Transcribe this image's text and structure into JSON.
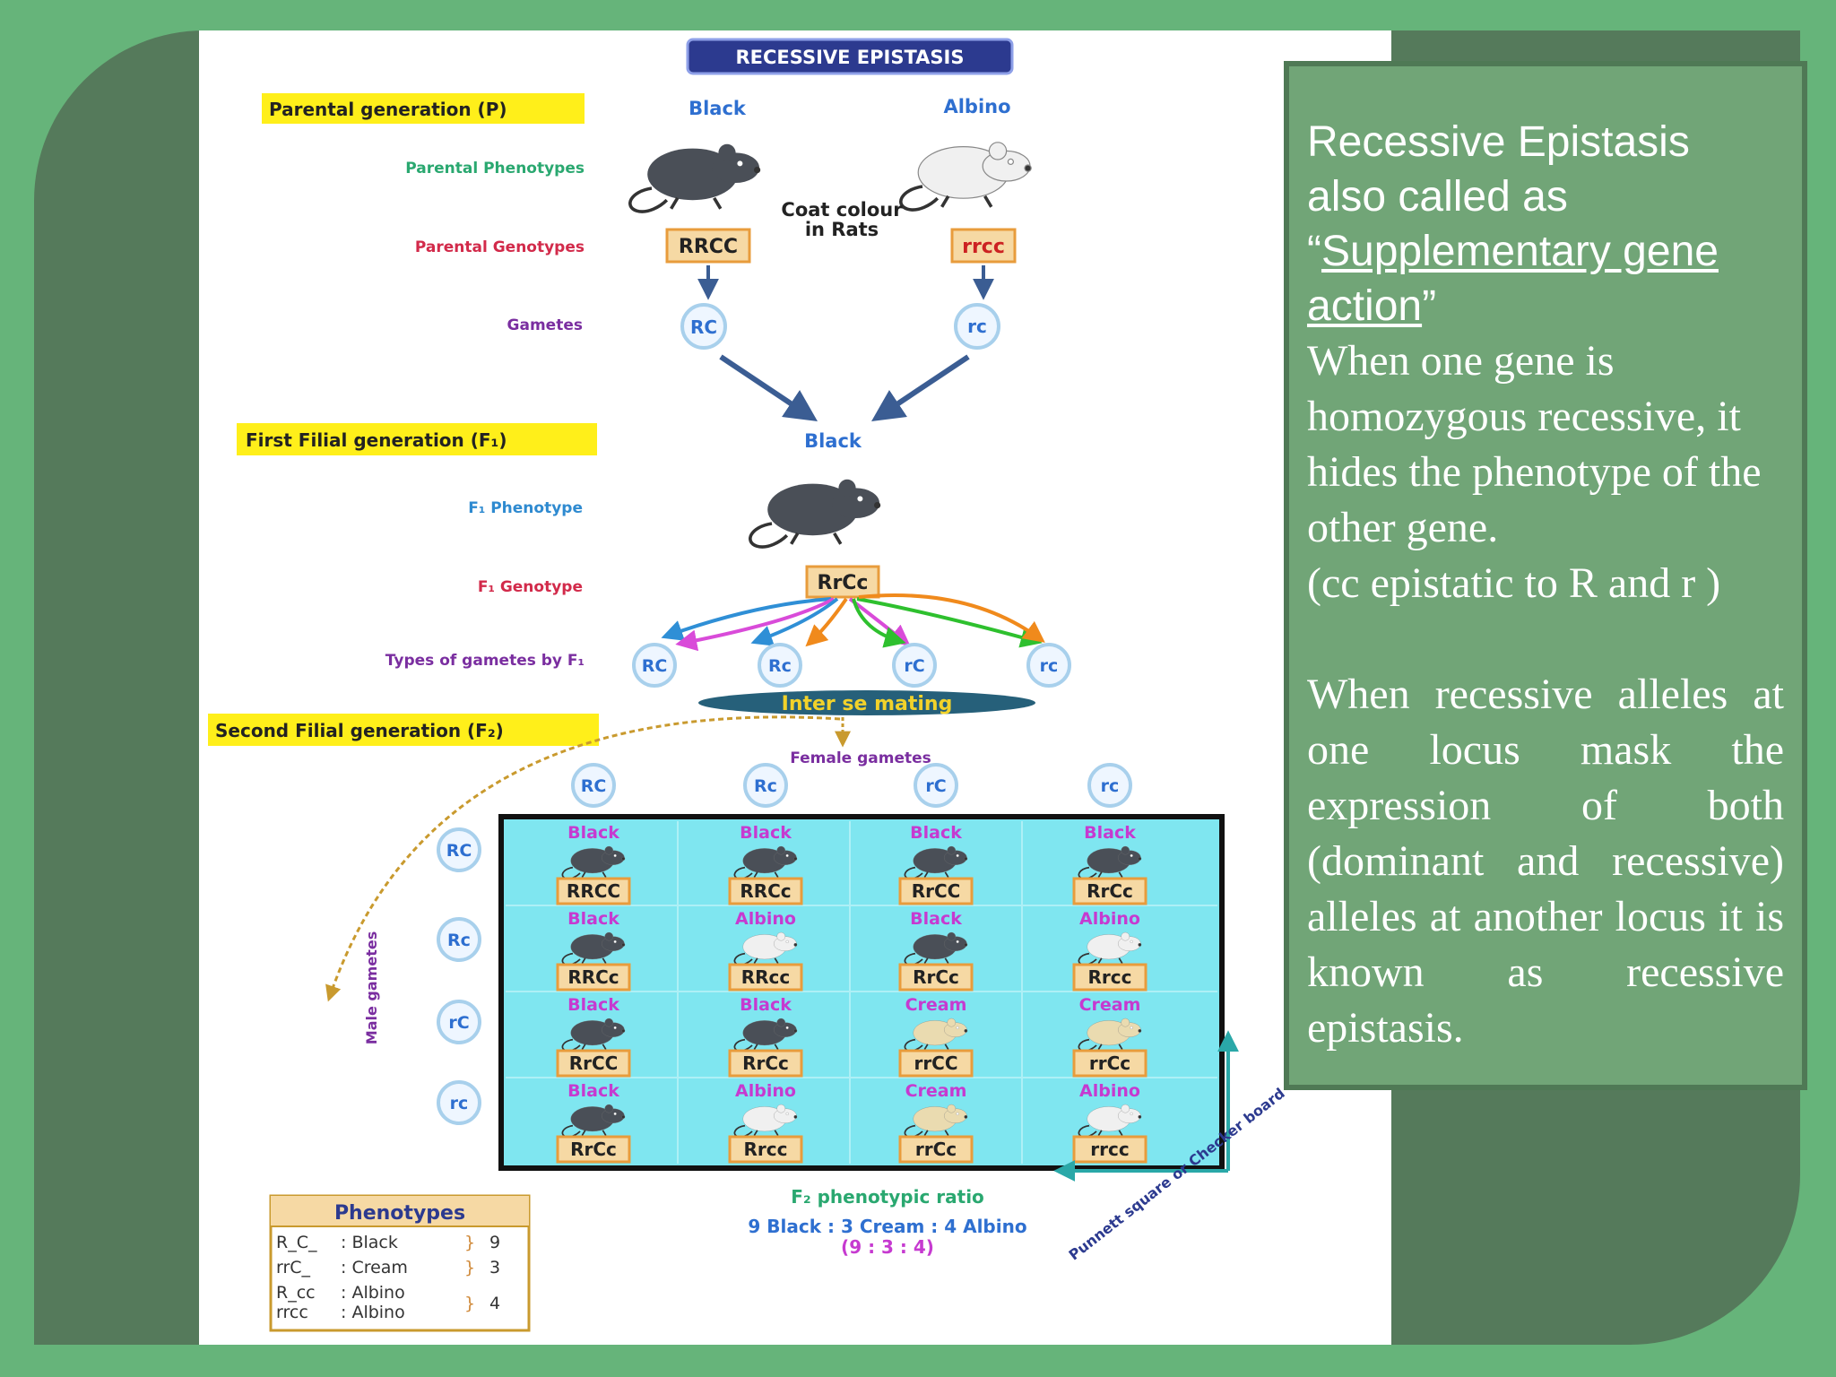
{
  "diagram": {
    "title": "RECESSIVE EPISTASIS",
    "rows": {
      "parental_generation": "Parental generation (P)",
      "parental_phenotypes": "Parental Phenotypes",
      "parental_genotypes": "Parental Genotypes",
      "gametes": "Gametes",
      "f1_generation": "First Filial generation (F₁)",
      "f1_phenotype": "F₁ Phenotype",
      "f1_genotype": "F₁ Genotype",
      "f1_gamete_types": "Types of gametes by F₁",
      "f2_generation": "Second Filial generation (F₂)"
    },
    "parents": {
      "black_label": "Black",
      "albino_label": "Albino",
      "caption_line1": "Coat colour",
      "caption_line2": "in Rats",
      "black_genotype": "RRCC",
      "albino_genotype": "rrcc",
      "black_gamete": "RC",
      "albino_gamete": "rc"
    },
    "f1": {
      "phenotype": "Black",
      "genotype": "RrCc",
      "gametes": [
        "RC",
        "Rc",
        "rC",
        "rc"
      ]
    },
    "inter_se_mating": "Inter se mating",
    "female_gametes_label": "Female gametes",
    "male_gametes_label": "Male gametes",
    "female_gametes": [
      "RC",
      "Rc",
      "rC",
      "rc"
    ],
    "male_gametes": [
      "RC",
      "Rc",
      "rC",
      "rc"
    ],
    "punnett": [
      [
        {
          "phenotype": "Black",
          "genotype": "RRCC"
        },
        {
          "phenotype": "Black",
          "genotype": "RRCc"
        },
        {
          "phenotype": "Black",
          "genotype": "RrCC"
        },
        {
          "phenotype": "Black",
          "genotype": "RrCc"
        }
      ],
      [
        {
          "phenotype": "Black",
          "genotype": "RRCc"
        },
        {
          "phenotype": "Albino",
          "genotype": "RRcc"
        },
        {
          "phenotype": "Black",
          "genotype": "RrCc"
        },
        {
          "phenotype": "Albino",
          "genotype": "Rrcc"
        }
      ],
      [
        {
          "phenotype": "Black",
          "genotype": "RrCC"
        },
        {
          "phenotype": "Black",
          "genotype": "RrCc"
        },
        {
          "phenotype": "Cream",
          "genotype": "rrCC"
        },
        {
          "phenotype": "Cream",
          "genotype": "rrCc"
        }
      ],
      [
        {
          "phenotype": "Black",
          "genotype": "RrCc"
        },
        {
          "phenotype": "Albino",
          "genotype": "Rrcc"
        },
        {
          "phenotype": "Cream",
          "genotype": "rrCc"
        },
        {
          "phenotype": "Albino",
          "genotype": "rrcc"
        }
      ]
    ],
    "punnett_label": "Punnett square or Checker board",
    "ratio": {
      "title": "F₂ phenotypic ratio",
      "line": "9 Black : 3 Cream : 4 Albino",
      "numeric": "(9 : 3 : 4)"
    },
    "phenotype_table": {
      "title": "Phenotypes",
      "rows": [
        {
          "genotype": "R_C_",
          "phenotype": ": Black",
          "count": "9"
        },
        {
          "genotype": "rrC_",
          "phenotype": ": Cream",
          "count": "3"
        },
        {
          "genotype": "R_cc",
          "phenotype": ": Albino",
          "count": "4"
        },
        {
          "genotype": "rrcc",
          "phenotype": ": Albino",
          "count": ""
        }
      ]
    }
  },
  "text_box": {
    "heading_line1": "Recessive  Epistasis",
    "heading_line2": "also called as",
    "open_quote": "“",
    "link_text": "Supplementary gene action",
    "close_quote": "”",
    "definition": "When one gene is homozygous recessive, it hides the phenotype of the other gene.",
    "note": "(cc epistatic to R and r )",
    "paragraph": "When recessive alleles at one locus mask the expression of both (dominant and recessive) alleles at another locus it is known as recessive epistasis."
  },
  "colors": {
    "background_green": "#66b47a",
    "frame_dark_green": "#557a5b",
    "text_box_green": "#71a577",
    "black_rat": "#4a4f57",
    "albino_rat": "#f0f0f0",
    "cream_rat": "#eadbb0",
    "punnett_bg": "#7fe6f0",
    "genotype_box": "#f6d9a4",
    "highlight_yellow": "#ffef1a"
  }
}
